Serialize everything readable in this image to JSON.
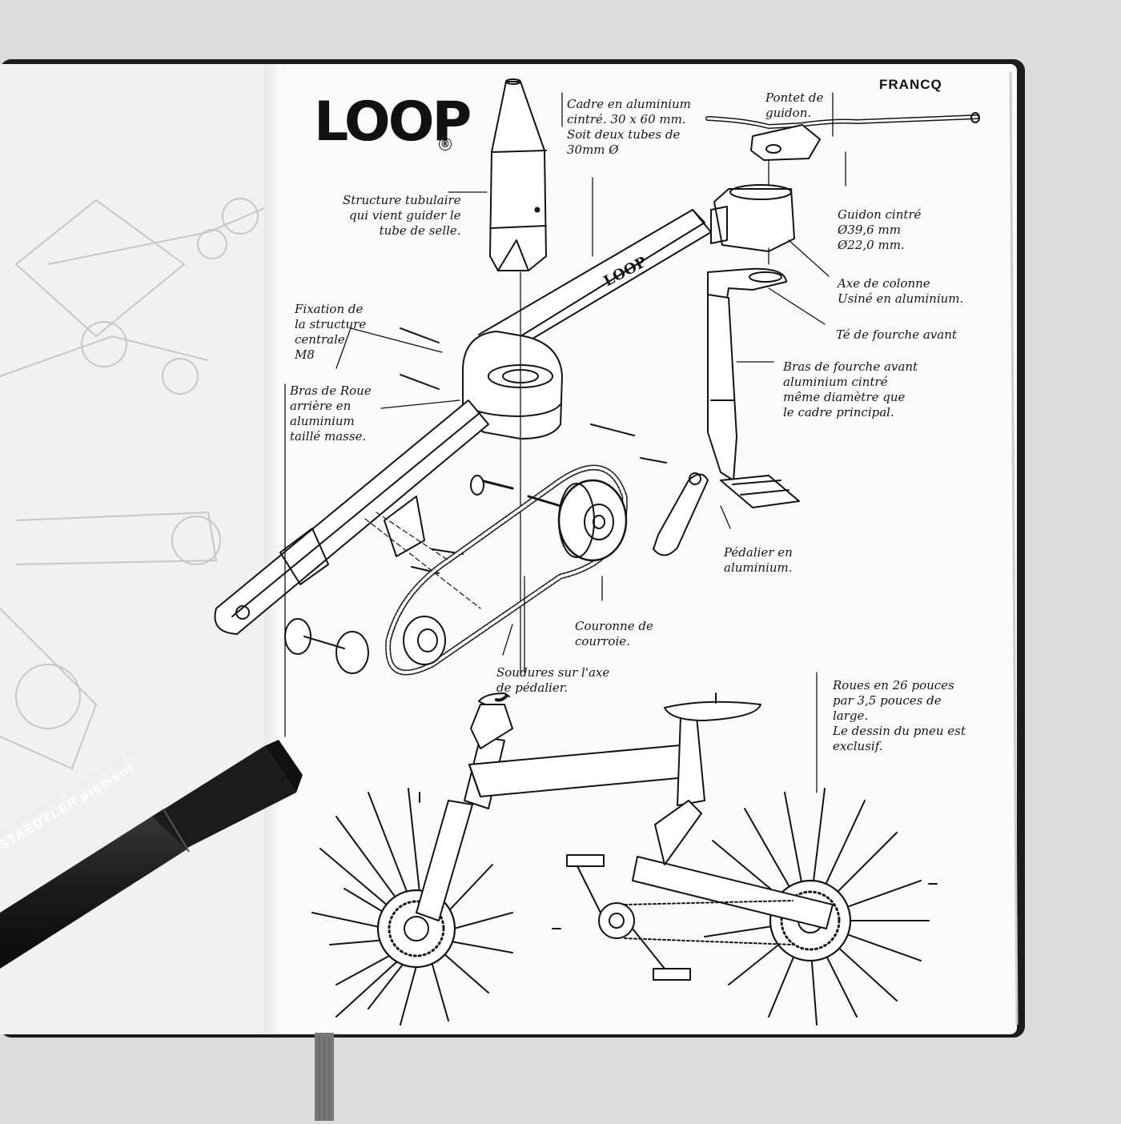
{
  "brand": {
    "logo": "LOOP",
    "logo_mark": "®",
    "author": "FRANCQ",
    "frame_logo": "LOOP"
  },
  "annotations": {
    "cadre": [
      "Cadre en aluminium",
      "cintré. 30 x 60 mm.",
      "Soit deux tubes de",
      "30mm Ø"
    ],
    "pontet": [
      "Pontet de",
      "guidon."
    ],
    "structure": [
      "Structure tubulaire",
      "qui vient guider le",
      "tube de selle."
    ],
    "guidon": [
      "Guidon cintré",
      "Ø39,6 mm",
      "Ø22,0 mm."
    ],
    "axe": [
      "Axe de colonne",
      "Usiné en aluminium."
    ],
    "te": [
      "Té de fourche avant"
    ],
    "fixation": [
      "Fixation de",
      "la structure",
      "centrale",
      "M8"
    ],
    "bras_roue": [
      "Bras de Roue",
      "arrière en",
      "aluminium",
      "taillé masse."
    ],
    "bras_fourche": [
      "Bras de fourche avant",
      "aluminium cintré",
      "même diamètre que",
      "le cadre principal."
    ],
    "pedalier": [
      "Pédalier en",
      "aluminium."
    ],
    "couronne": [
      "Couronne de",
      "courroie."
    ],
    "soudures": [
      "Soudures sur l'axe",
      "de pédalier."
    ],
    "roues": [
      "Roues en 26 pouces",
      "par 3,5 pouces de",
      "large.",
      "Le dessin du pneu est",
      "exclusif."
    ]
  },
  "pen": {
    "brand": "STAEDTLER",
    "model": "pigment",
    "text": "dokumentenecht, wasserfest auf Pa"
  }
}
